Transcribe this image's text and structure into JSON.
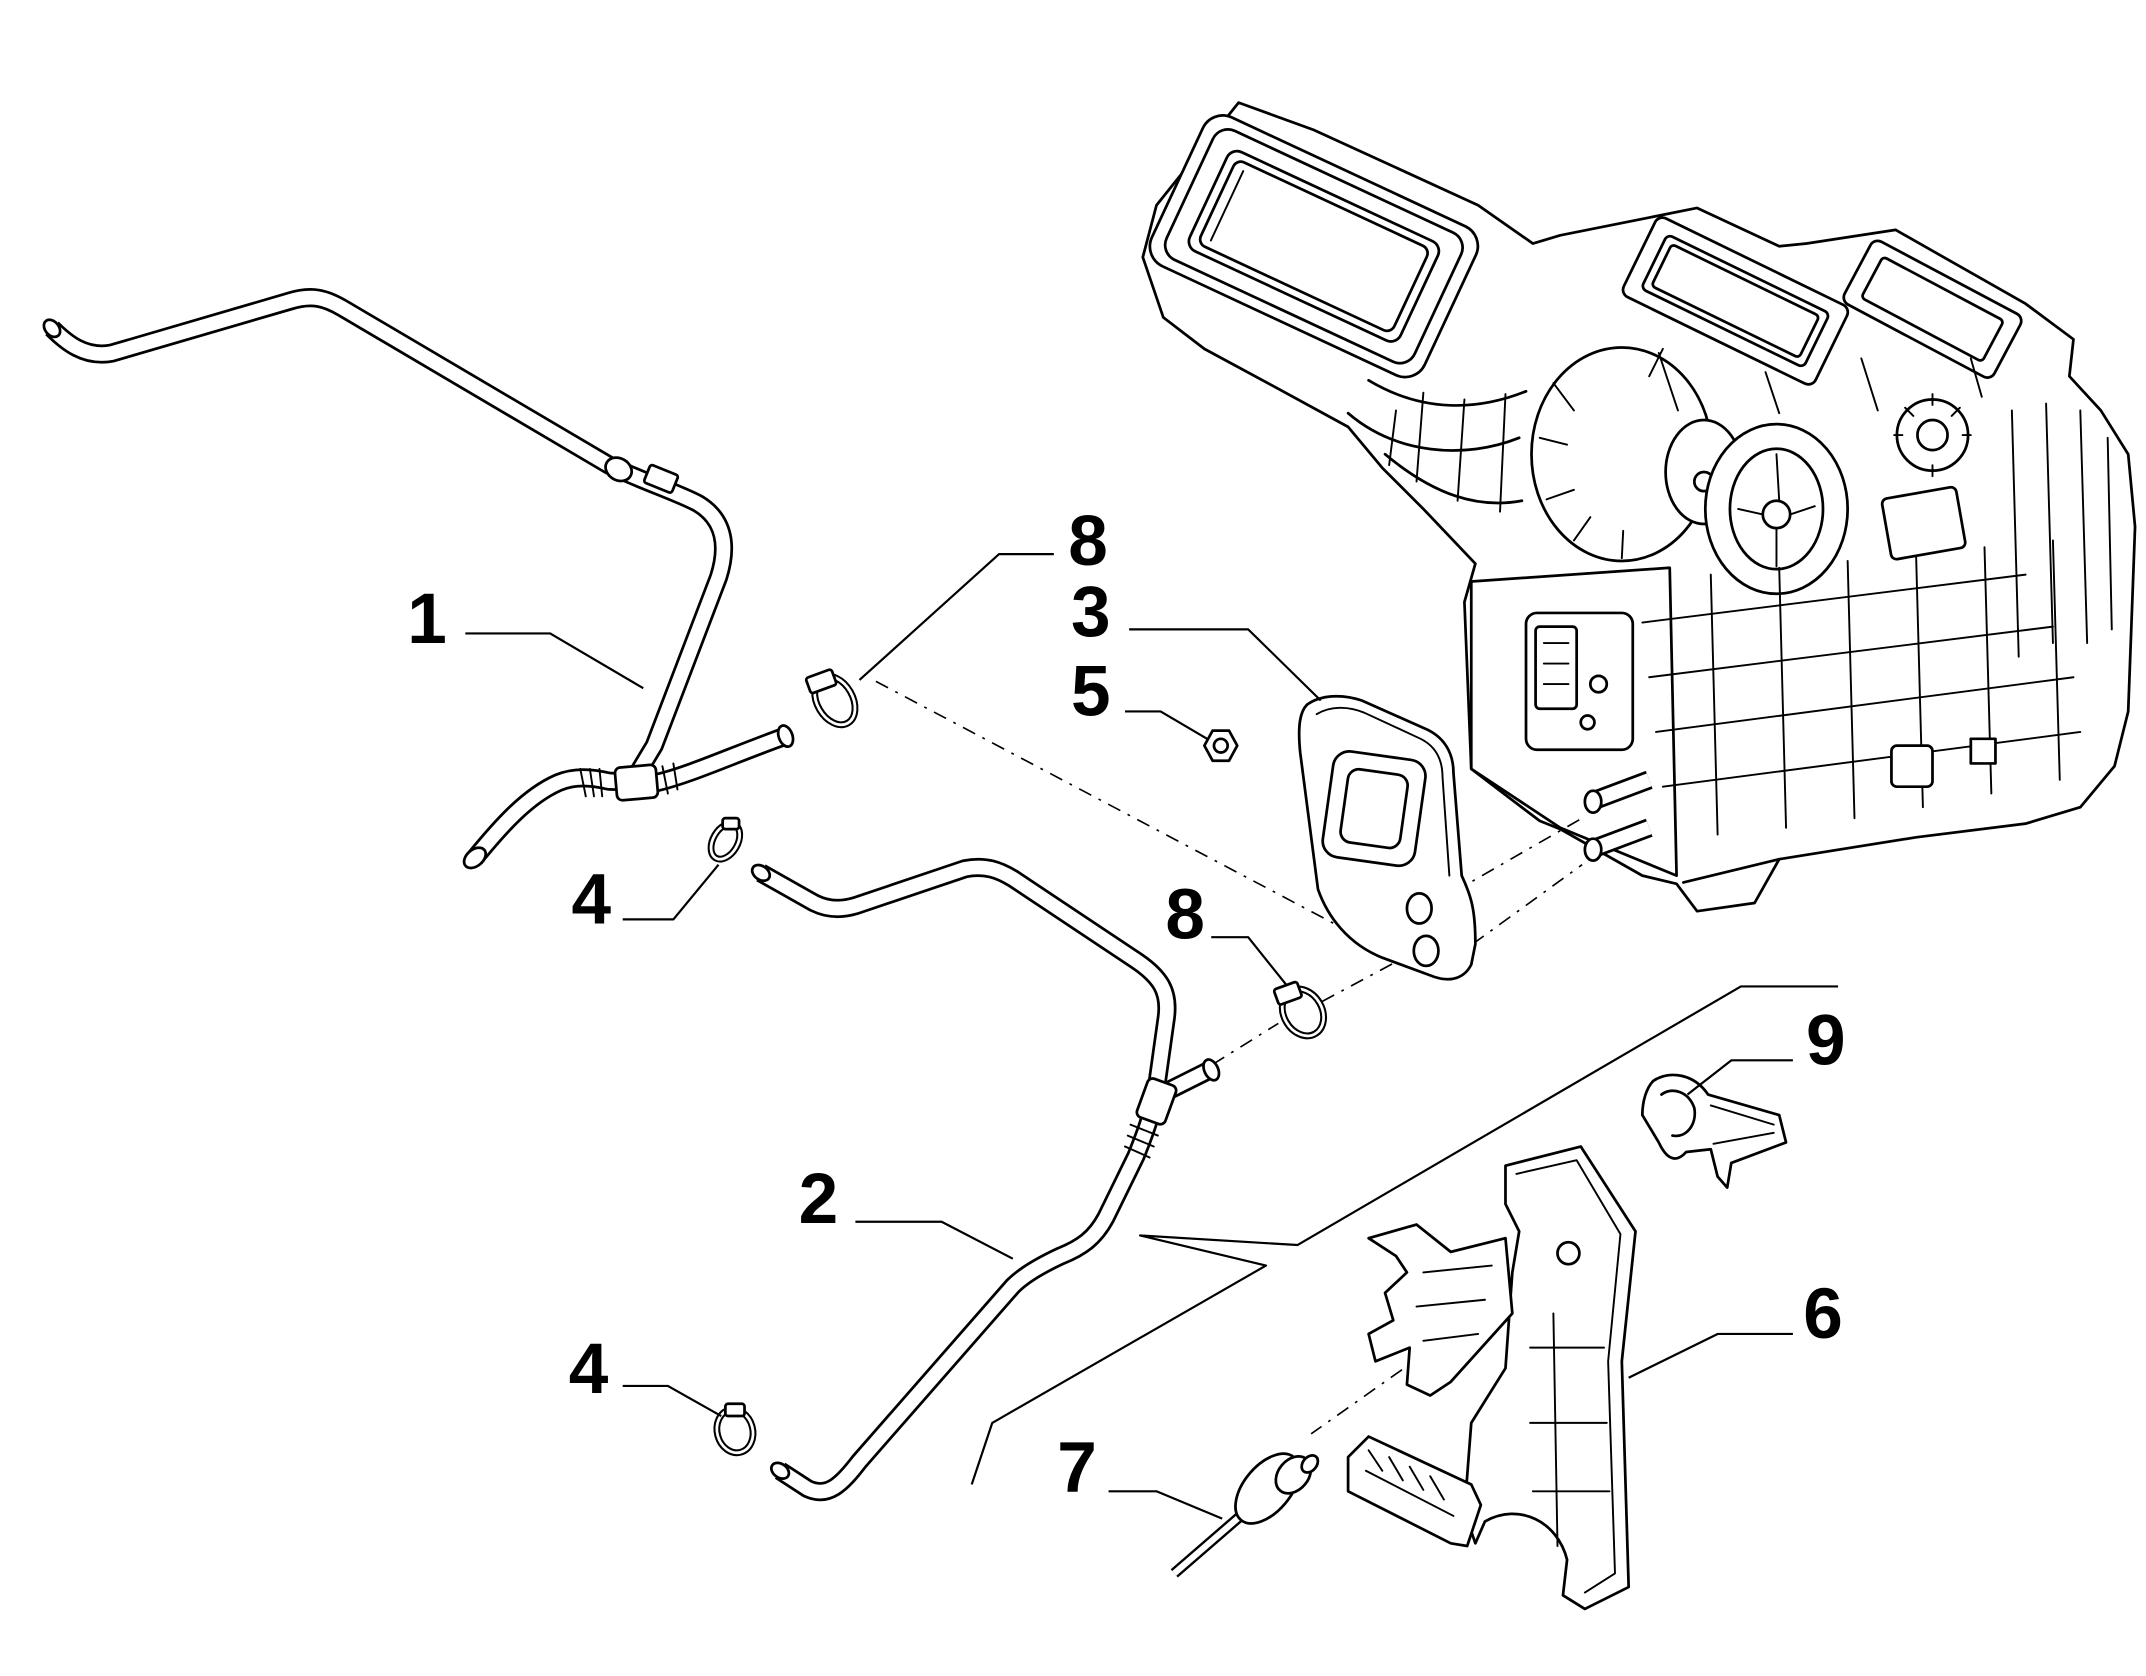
{
  "colors": {
    "background": "#ffffff",
    "line": "#000000"
  },
  "callouts": [
    "8",
    "1",
    "3",
    "5",
    "4",
    "8",
    "9",
    "2",
    "6",
    "4",
    "7"
  ]
}
